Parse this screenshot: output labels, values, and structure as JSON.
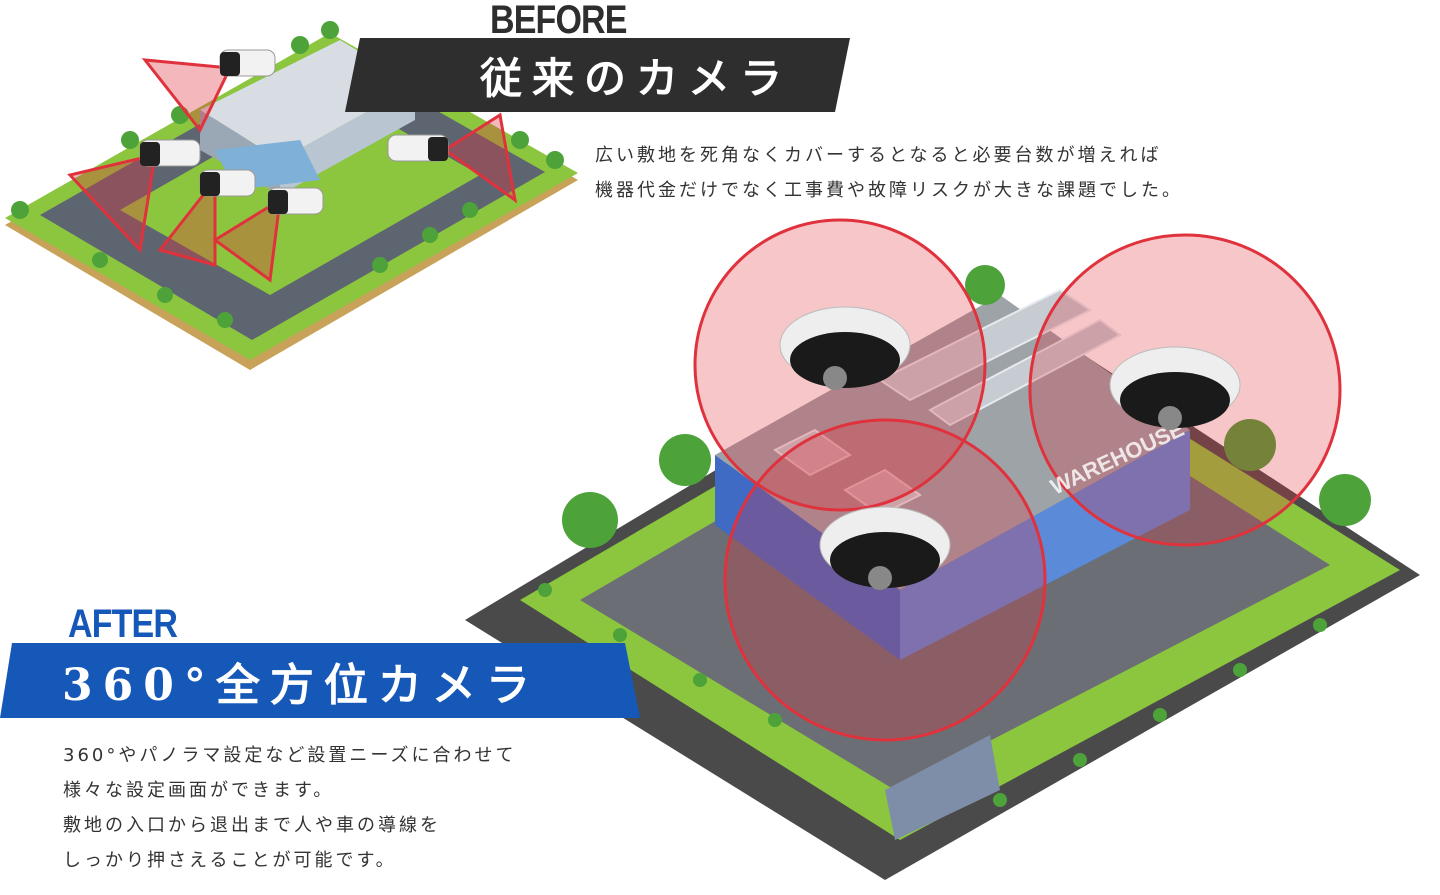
{
  "before": {
    "label": "BEFORE",
    "title": "従来のカメラ",
    "description": [
      "広い敷地を死角なくカバーするとなると必要台数が増えれば",
      "機器代金だけでなく工事費や故障リスクが大きな課題でした。"
    ]
  },
  "after": {
    "label": "AFTER",
    "title": "360°全方位カメラ",
    "description": [
      "360°やパノラマ設定など設置ニーズに合わせて",
      "様々な設定画面ができます。",
      "敷地の入口から退出まで人や車の導線を",
      "しっかり押さえることが可能です。"
    ]
  },
  "illustration": {
    "building_sign": "WAREHOUSE"
  },
  "colors": {
    "before_banner": "#2e2e2e",
    "after_banner": "#1658b8",
    "after_label": "#1658b8",
    "coverage_red": "#e0323c",
    "grass": "#8cc63f"
  }
}
